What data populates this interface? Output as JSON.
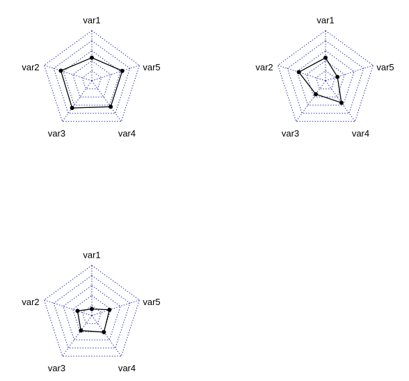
{
  "colors": {
    "grid": "#2f2fb4",
    "series": "#000000",
    "label": "#000000"
  },
  "chart_data": [
    {
      "type": "radar",
      "axes": [
        "var1",
        "var5",
        "var4",
        "var3",
        "var2"
      ],
      "range": [
        0,
        1
      ],
      "grid_levels": 5,
      "grid_style": "dotted",
      "values": [
        0.46,
        0.64,
        0.64,
        0.67,
        0.65
      ]
    },
    {
      "type": "radar",
      "axes": [
        "var1",
        "var5",
        "var4",
        "var3",
        "var2"
      ],
      "range": [
        0,
        1
      ],
      "grid_levels": 5,
      "grid_style": "dotted",
      "values": [
        0.46,
        0.25,
        0.54,
        0.33,
        0.56
      ]
    },
    {
      "type": "radar",
      "axes": [
        "var1",
        "var5",
        "var4",
        "var3",
        "var2"
      ],
      "range": [
        0,
        1
      ],
      "grid_levels": 5,
      "grid_style": "dotted",
      "values": [
        0.13,
        0.37,
        0.41,
        0.37,
        0.3
      ]
    }
  ]
}
